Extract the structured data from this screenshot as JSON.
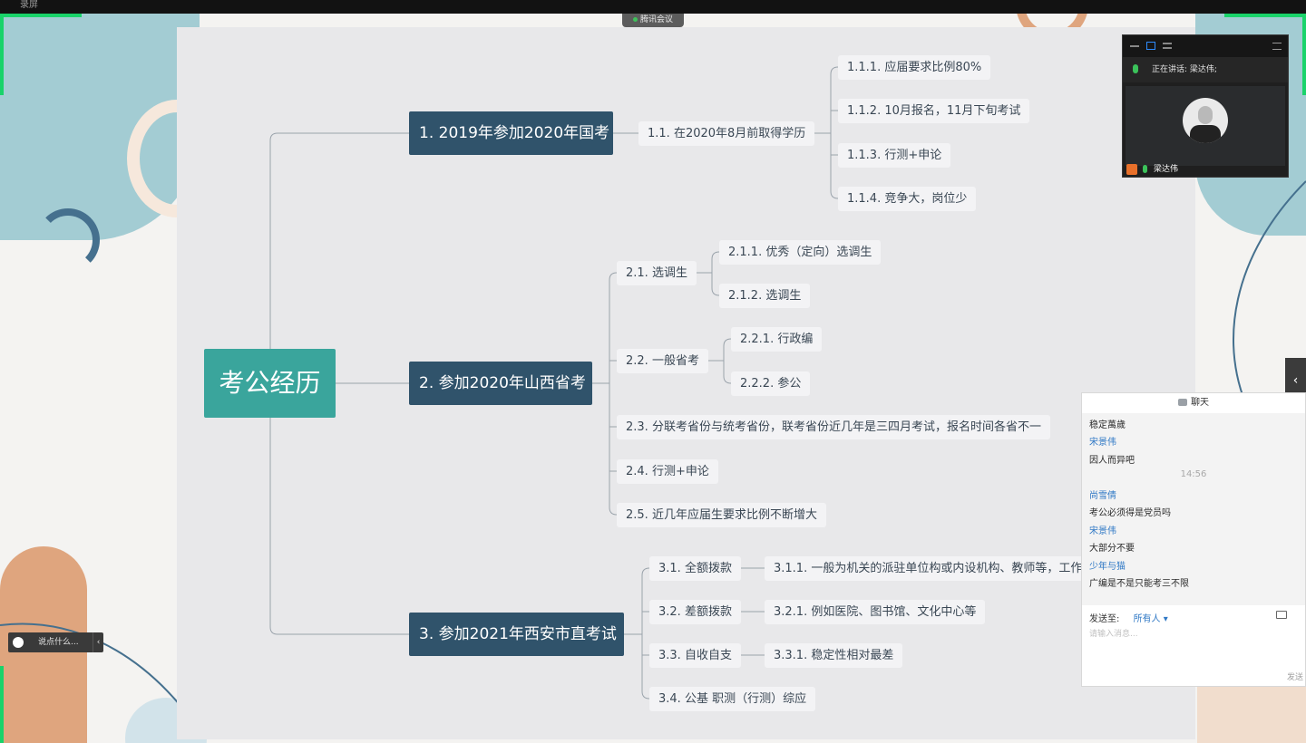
{
  "window": {
    "app_title": "录屏",
    "meeting_label": "腾讯会议"
  },
  "mindmap": {
    "root": "考公经历",
    "branches": [
      {
        "label": "1. 2019年参加2020年国考"
      },
      {
        "label": "2. 参加2020年山西省考"
      },
      {
        "label": "3. 参加2021年西安市直考试"
      }
    ],
    "n1_1": "1.1. 在2020年8月前取得学历",
    "n1_1_1": "1.1.1. 应届要求比例80%",
    "n1_1_2": "1.1.2. 10月报名，11月下旬考试",
    "n1_1_3": "1.1.3. 行测+申论",
    "n1_1_4": "1.1.4. 竞争大，岗位少",
    "n2_1": "2.1. 选调生",
    "n2_1_1": "2.1.1. 优秀（定向）选调生",
    "n2_1_2": "2.1.2. 选调生",
    "n2_2": "2.2. 一般省考",
    "n2_2_1": "2.2.1. 行政编",
    "n2_2_2": "2.2.2. 参公",
    "n2_3": "2.3. 分联考省份与统考省份，联考省份近几年是三四月考试，报名时间各省不一",
    "n2_4": "2.4. 行测+申论",
    "n2_5": "2.5. 近几年应届生要求比例不断增大",
    "n3_1": "3.1. 全额拨款",
    "n3_1_1": "3.1.1. 一般为机关的派驻单位构或内设机构、教师等，工作",
    "n3_2": "3.2. 差额拨款",
    "n3_2_1": "3.2.1. 例如医院、图书馆、文化中心等",
    "n3_3": "3.3. 自收自支",
    "n3_3_1": "3.3.1. 稳定性相对最差",
    "n3_4": "3.4. 公基   职测（行测）综应"
  },
  "video": {
    "speaking": "正在讲话: 梁达伟;",
    "participant": "梁达伟"
  },
  "chat": {
    "title": "聊天",
    "messages": [
      {
        "kind": "text",
        "text": "稳定萬歲"
      },
      {
        "kind": "name",
        "text": "宋景伟"
      },
      {
        "kind": "text",
        "text": "因人而异吧"
      },
      {
        "kind": "time",
        "text": "14:56"
      },
      {
        "kind": "name",
        "text": "尚雪倩"
      },
      {
        "kind": "text",
        "text": "考公必须得是党员吗"
      },
      {
        "kind": "name",
        "text": "宋景伟"
      },
      {
        "kind": "text",
        "text": "大部分不要"
      },
      {
        "kind": "name",
        "text": "少年与猫"
      },
      {
        "kind": "text",
        "text": "广编是不是只能考三不限"
      }
    ],
    "send_to_label": "发送至:",
    "send_to_value": "所有人 ▾",
    "input_placeholder": "请输入消息...",
    "send_button": "发送"
  },
  "danmaku": {
    "placeholder": "说点什么..."
  },
  "colors": {
    "root": "#3aa59c",
    "branch": "#30536b",
    "leaf": "#f3f3f5",
    "accent_green": "#19d36a",
    "chat_name": "#2f78c5"
  }
}
